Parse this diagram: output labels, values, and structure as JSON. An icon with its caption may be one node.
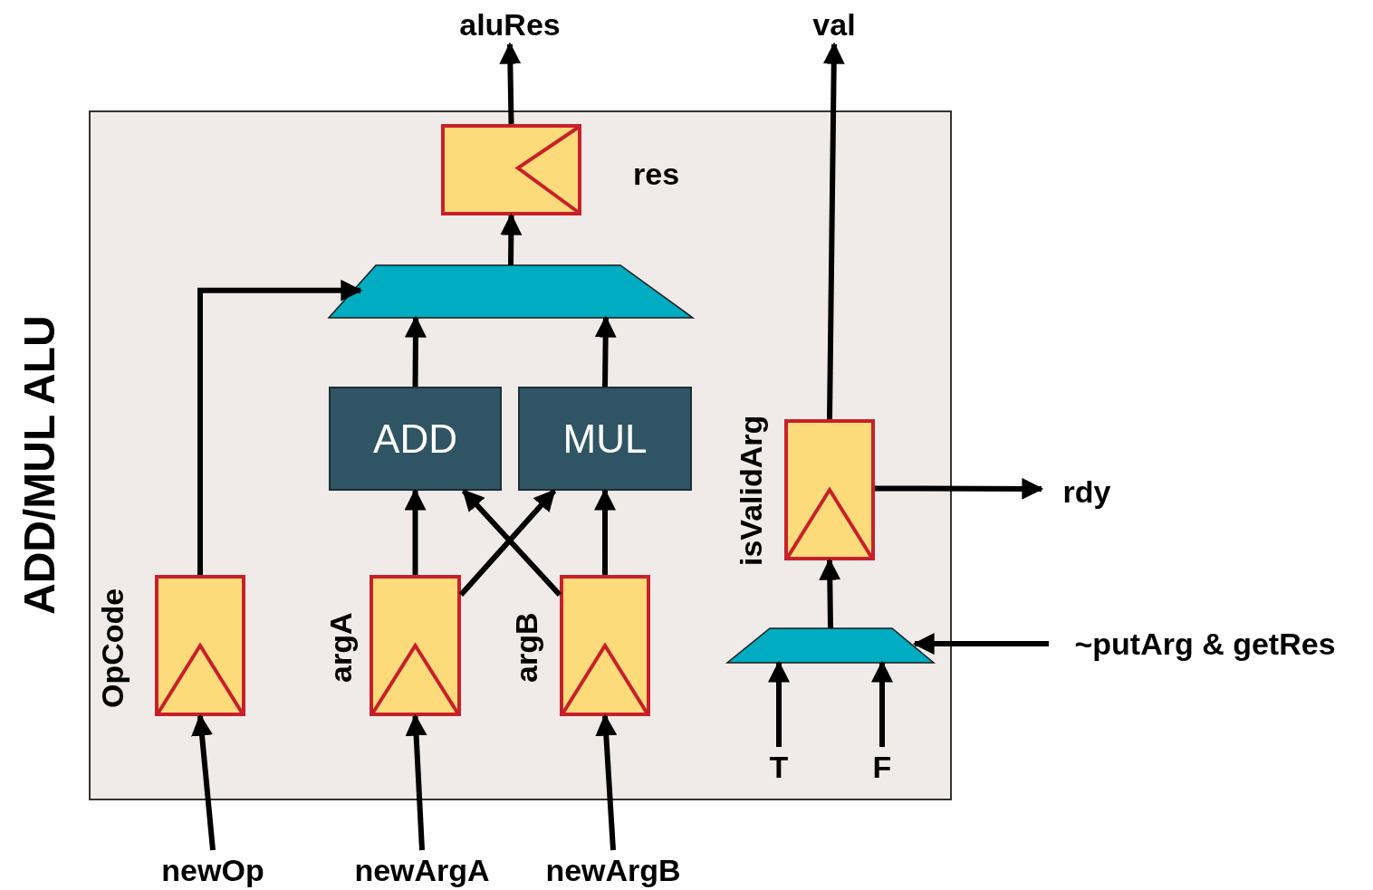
{
  "diagram": {
    "nodes": [
      {
        "text": [
          "ADD/MUL ALU"
        ]
      },
      {
        "text": [
          "res"
        ],
        "in": 0
      },
      {
        "text": [],
        "shape": "trapezoid",
        "in": 0
      },
      {
        "text": [
          "ADD"
        ],
        "in": 0
      },
      {
        "text": [
          "MUL"
        ],
        "in": 0
      },
      {
        "text": [
          "OpCode"
        ],
        "in": 0
      },
      {
        "text": [
          "argA"
        ],
        "in": 0
      },
      {
        "text": [
          "argB"
        ],
        "in": 0
      },
      {
        "text": [
          "isValidArg"
        ],
        "in": 0
      },
      {
        "text": [],
        "shape": "trapezoid",
        "in": 0
      },
      {
        "text": [
          "aluRes"
        ]
      },
      {
        "text": [
          "val"
        ]
      },
      {
        "text": [
          "rdy"
        ]
      },
      {
        "text": [
          "~putArg & getRes"
        ]
      },
      {
        "text": [
          "T"
        ],
        "in": 0
      },
      {
        "text": [
          "F"
        ],
        "in": 0
      },
      {
        "text": [
          "newOp"
        ]
      },
      {
        "text": [
          "newArgA"
        ]
      },
      {
        "text": [
          "newArgB"
        ]
      }
    ],
    "edges": [
      {
        "from": 1,
        "to": 10,
        "arrow": "to"
      },
      {
        "from": 2,
        "to": 1,
        "arrow": "to"
      },
      {
        "from": 5,
        "to": 2,
        "arrow": "to"
      },
      {
        "from": 3,
        "to": 2,
        "arrow": "to"
      },
      {
        "from": 4,
        "to": 2,
        "arrow": "to"
      },
      {
        "from": 6,
        "to": 3,
        "arrow": "to"
      },
      {
        "from": 6,
        "to": 4,
        "arrow": "to"
      },
      {
        "from": 7,
        "to": 3,
        "arrow": "to"
      },
      {
        "from": 7,
        "to": 4,
        "arrow": "to"
      },
      {
        "from": 8,
        "to": 11,
        "arrow": "to"
      },
      {
        "from": 8,
        "to": 12,
        "arrow": "to"
      },
      {
        "from": 9,
        "to": 8,
        "arrow": "to"
      },
      {
        "from": 13,
        "to": 9,
        "arrow": "to"
      },
      {
        "from": 14,
        "to": 9,
        "arrow": "to"
      },
      {
        "from": 15,
        "to": 9,
        "arrow": "to"
      },
      {
        "from": 16,
        "to": 5,
        "arrow": "to"
      },
      {
        "from": 17,
        "to": 6,
        "arrow": "to"
      },
      {
        "from": 18,
        "to": 7,
        "arrow": "to"
      }
    ]
  }
}
